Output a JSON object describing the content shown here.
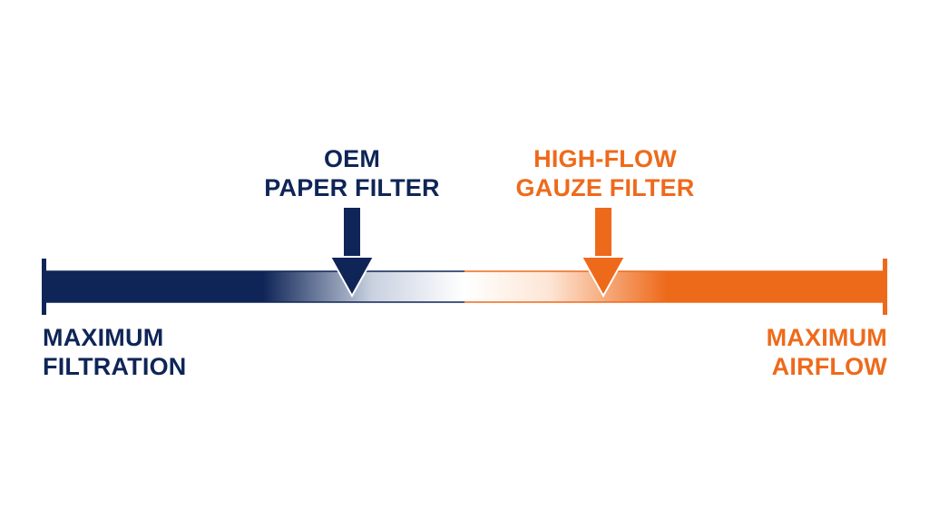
{
  "diagram": {
    "left_end": {
      "line1": "MAXIMUM",
      "line2": "FILTRATION"
    },
    "right_end": {
      "line1": "MAXIMUM",
      "line2": "AIRFLOW"
    },
    "markers": [
      {
        "line1": "OEM",
        "line2": "PAPER FILTER"
      },
      {
        "line1": "HIGH-FLOW",
        "line2": "GAUZE FILTER"
      }
    ]
  },
  "colors": {
    "navy": "#0f2557",
    "orange": "#ee6a1b",
    "background": "#ffffff"
  }
}
